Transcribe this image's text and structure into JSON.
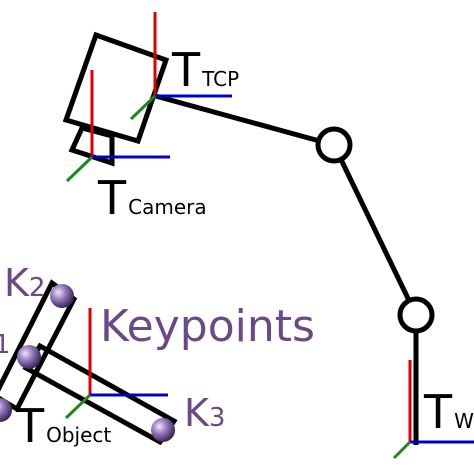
{
  "colors": {
    "axis_x": "#0000cc",
    "axis_y": "#1a8a1a",
    "axis_z": "#dd0000",
    "structure": "#000000",
    "keypoint_text": "#6a4a84",
    "keypoint_sphere": "#8a6ab0"
  },
  "frames": {
    "tcp": {
      "symbol": "T",
      "subscript": "TCP"
    },
    "camera": {
      "symbol": "T",
      "subscript": "Camera"
    },
    "object": {
      "symbol": "T",
      "subscript": "Object"
    },
    "world": {
      "symbol": "T",
      "subscript": "W"
    }
  },
  "keypoints": {
    "title": "Keypoints",
    "k1": {
      "symbol": "",
      "subscript": "1"
    },
    "k2": {
      "symbol": "K",
      "subscript": "2"
    },
    "k3": {
      "symbol": "K",
      "subscript": "3"
    }
  }
}
